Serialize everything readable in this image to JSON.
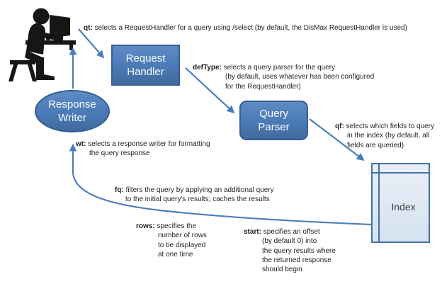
{
  "colors": {
    "accent": "#4a7ebc",
    "node_fill": "#4f81bd",
    "node_border": "#365f93",
    "index_fill": "#dce6f1",
    "index_border": "#4472a8",
    "text": "#1f1f1f"
  },
  "nodes": {
    "request_handler": {
      "line1": "Request",
      "line2": "Handler"
    },
    "query_parser": {
      "line1": "Query",
      "line2": "Parser"
    },
    "response_writer": {
      "line1": "Response",
      "line2": "Writer"
    },
    "index": {
      "label": "Index"
    }
  },
  "annotations": {
    "qt": {
      "term": "qt:",
      "lines": [
        "selects a RequestHandler for a query using /select (by default, the DisMax RequestHandler is used)"
      ]
    },
    "defType": {
      "term": "defType:",
      "lines": [
        "selects a query parser for the query",
        "(by default, uses whatever has been configured",
        "for the RequestHandler)"
      ]
    },
    "qf": {
      "term": "qf:",
      "lines": [
        "selects which fields to query",
        "in the index (by default, all",
        "fields are queried)"
      ]
    },
    "wt": {
      "term": "wt:",
      "lines": [
        "selects a response writer for formatting",
        "the query response"
      ]
    },
    "fq": {
      "term": "fq:",
      "lines": [
        "filters the query by applying an additional query",
        "to the initial query's results; caches the results"
      ]
    },
    "rows": {
      "term": "rows:",
      "lines": [
        "specifies the",
        "number of rows",
        "to be displayed",
        "at one time"
      ]
    },
    "start": {
      "term": "start:",
      "lines": [
        "specifies an offset",
        "(by default 0) into",
        "the query results where",
        "the returned response",
        "should begin"
      ]
    }
  }
}
